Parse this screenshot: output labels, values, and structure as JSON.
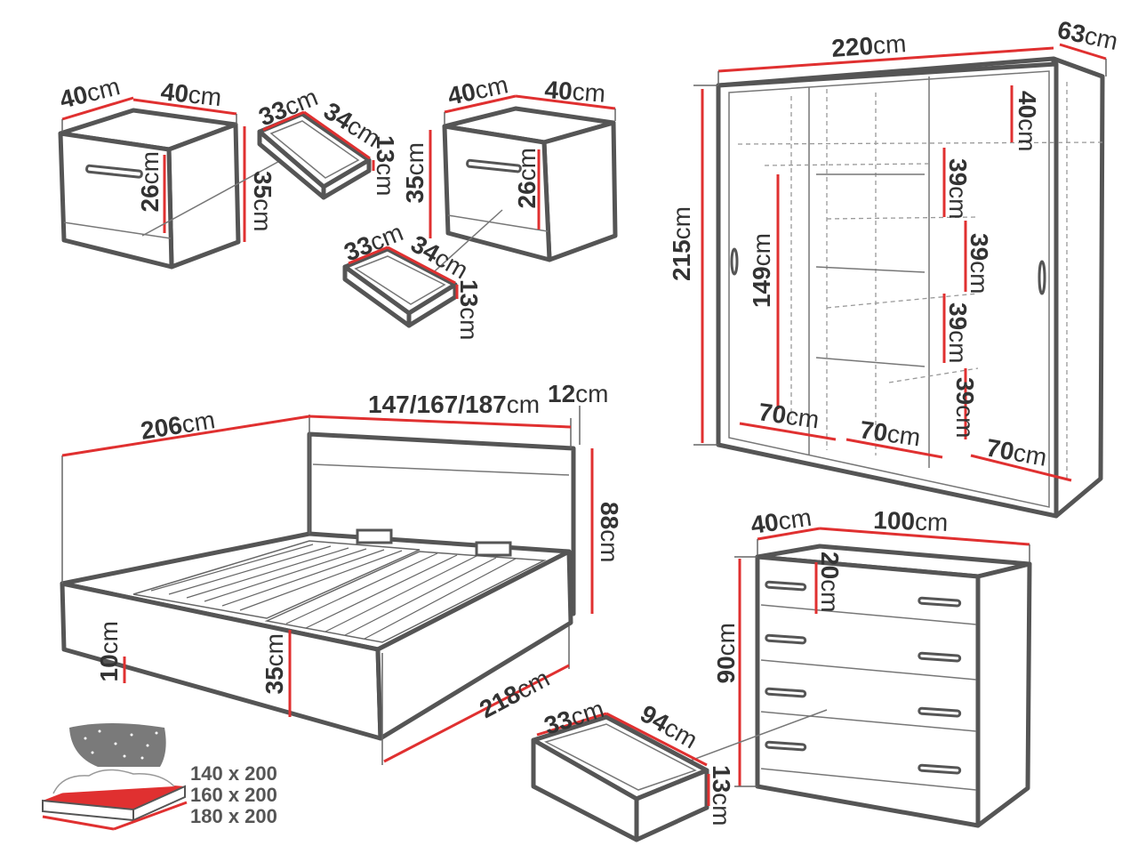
{
  "nightstand_left": {
    "width": {
      "num": "40",
      "unit": "cm"
    },
    "depth": {
      "num": "40",
      "unit": "cm"
    },
    "drawer_height": {
      "num": "26",
      "unit": "cm"
    },
    "height": {
      "num": "35",
      "unit": "cm"
    }
  },
  "drawer_left": {
    "width": {
      "num": "33",
      "unit": "cm"
    },
    "depth": {
      "num": "34",
      "unit": "cm"
    },
    "height": {
      "num": "13",
      "unit": "cm"
    }
  },
  "nightstand_right": {
    "width": {
      "num": "40",
      "unit": "cm"
    },
    "depth": {
      "num": "40",
      "unit": "cm"
    },
    "height": {
      "num": "35",
      "unit": "cm"
    },
    "drawer_height": {
      "num": "26",
      "unit": "cm"
    }
  },
  "drawer_right": {
    "width": {
      "num": "33",
      "unit": "cm"
    },
    "depth": {
      "num": "34",
      "unit": "cm"
    },
    "height": {
      "num": "13",
      "unit": "cm"
    }
  },
  "wardrobe": {
    "width": {
      "num": "220",
      "unit": "cm"
    },
    "depth": {
      "num": "63",
      "unit": "cm"
    },
    "height": {
      "num": "215",
      "unit": "cm"
    },
    "hanging_height": {
      "num": "149",
      "unit": "cm"
    },
    "shelf_top": {
      "num": "40",
      "unit": "cm"
    },
    "shelf_1": {
      "num": "39",
      "unit": "cm"
    },
    "shelf_2": {
      "num": "39",
      "unit": "cm"
    },
    "shelf_3": {
      "num": "39",
      "unit": "cm"
    },
    "shelf_4": {
      "num": "39",
      "unit": "cm"
    },
    "section_1": {
      "num": "70",
      "unit": "cm"
    },
    "section_2": {
      "num": "70",
      "unit": "cm"
    },
    "section_3": {
      "num": "70",
      "unit": "cm"
    }
  },
  "bed": {
    "length_total": {
      "num": "206",
      "unit": "cm"
    },
    "width": {
      "num": "147/167/187",
      "unit": "cm"
    },
    "headboard_depth": {
      "num": "12",
      "unit": "cm"
    },
    "headboard_height": {
      "num": "88",
      "unit": "cm"
    },
    "base_height": {
      "num": "10",
      "unit": "cm"
    },
    "frame_height": {
      "num": "35",
      "unit": "cm"
    },
    "length": {
      "num": "218",
      "unit": "cm"
    }
  },
  "mattress_sizes": [
    "140 x 200",
    "160 x 200",
    "180 x 200"
  ],
  "dresser": {
    "depth": {
      "num": "40",
      "unit": "cm"
    },
    "width": {
      "num": "100",
      "unit": "cm"
    },
    "drawer_height": {
      "num": "20",
      "unit": "cm"
    },
    "height": {
      "num": "90",
      "unit": "cm"
    }
  },
  "dresser_drawer": {
    "width": {
      "num": "33",
      "unit": "cm"
    },
    "depth": {
      "num": "94",
      "unit": "cm"
    },
    "height": {
      "num": "13",
      "unit": "cm"
    }
  },
  "colors": {
    "accent": "#e03030",
    "outline": "#555555",
    "text": "#333333"
  }
}
